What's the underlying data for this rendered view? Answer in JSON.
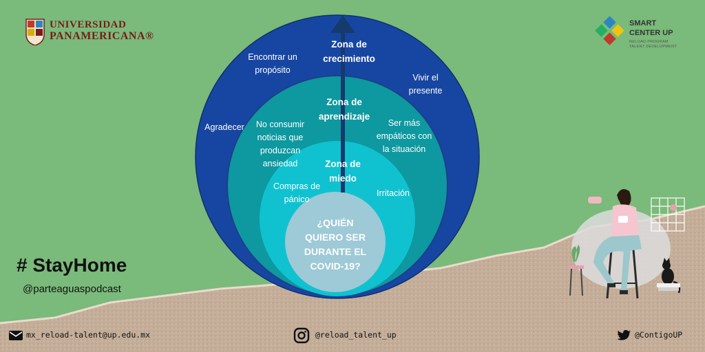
{
  "logos": {
    "university_line1": "UNIVERSIDAD",
    "university_line2": "PANAMERICANA®",
    "smart_center_line1": "SMART",
    "smart_center_line2": "CENTER UP",
    "smart_center_sub1": "RELOAD PROGRAM",
    "smart_center_sub2": "TALENT DEVELOPMENT"
  },
  "diagram": {
    "growth_zone": {
      "title_line1": "Zona de",
      "title_line2": "crecimiento"
    },
    "learning_zone": {
      "title_line1": "Zona de",
      "title_line2": "aprendizaje"
    },
    "fear_zone": {
      "title_line1": "Zona de",
      "title_line2": "miedo"
    },
    "center": {
      "line1": "¿QUIÉN",
      "line2": "QUIERO SER",
      "line3": "DURANTE EL",
      "line4": "COVID-19?"
    },
    "growth_items": {
      "purpose_line1": "Encontrar un",
      "purpose_line2": "propósito",
      "present_line1": "Vivir el",
      "present_line2": "presente",
      "thank": "Agradecer"
    },
    "learning_items": {
      "news_line1": "No consumir",
      "news_line2": "noticias que",
      "news_line3": "produzcan",
      "news_line4": "ansiedad",
      "empathy_line1": "Ser más",
      "empathy_line2": "empáticos con",
      "empathy_line3": "la situación"
    },
    "fear_items": {
      "panic_line1": "Compras de",
      "panic_line2": "pánico",
      "irritation": "Irritación"
    }
  },
  "hashtag": "# StayHome",
  "handle": "@parteaguaspodcast",
  "footer": {
    "email": "mx_reload-talent@up.edu.mx",
    "instagram": "@reload_talent_up",
    "twitter": "@ContigoUP"
  },
  "colors": {
    "background": "#7aba7a",
    "growth": "#1746a2",
    "learning": "#0e98a0",
    "fear": "#10c2d0",
    "center": "#9ec9d6",
    "arrow": "#153a6e"
  }
}
